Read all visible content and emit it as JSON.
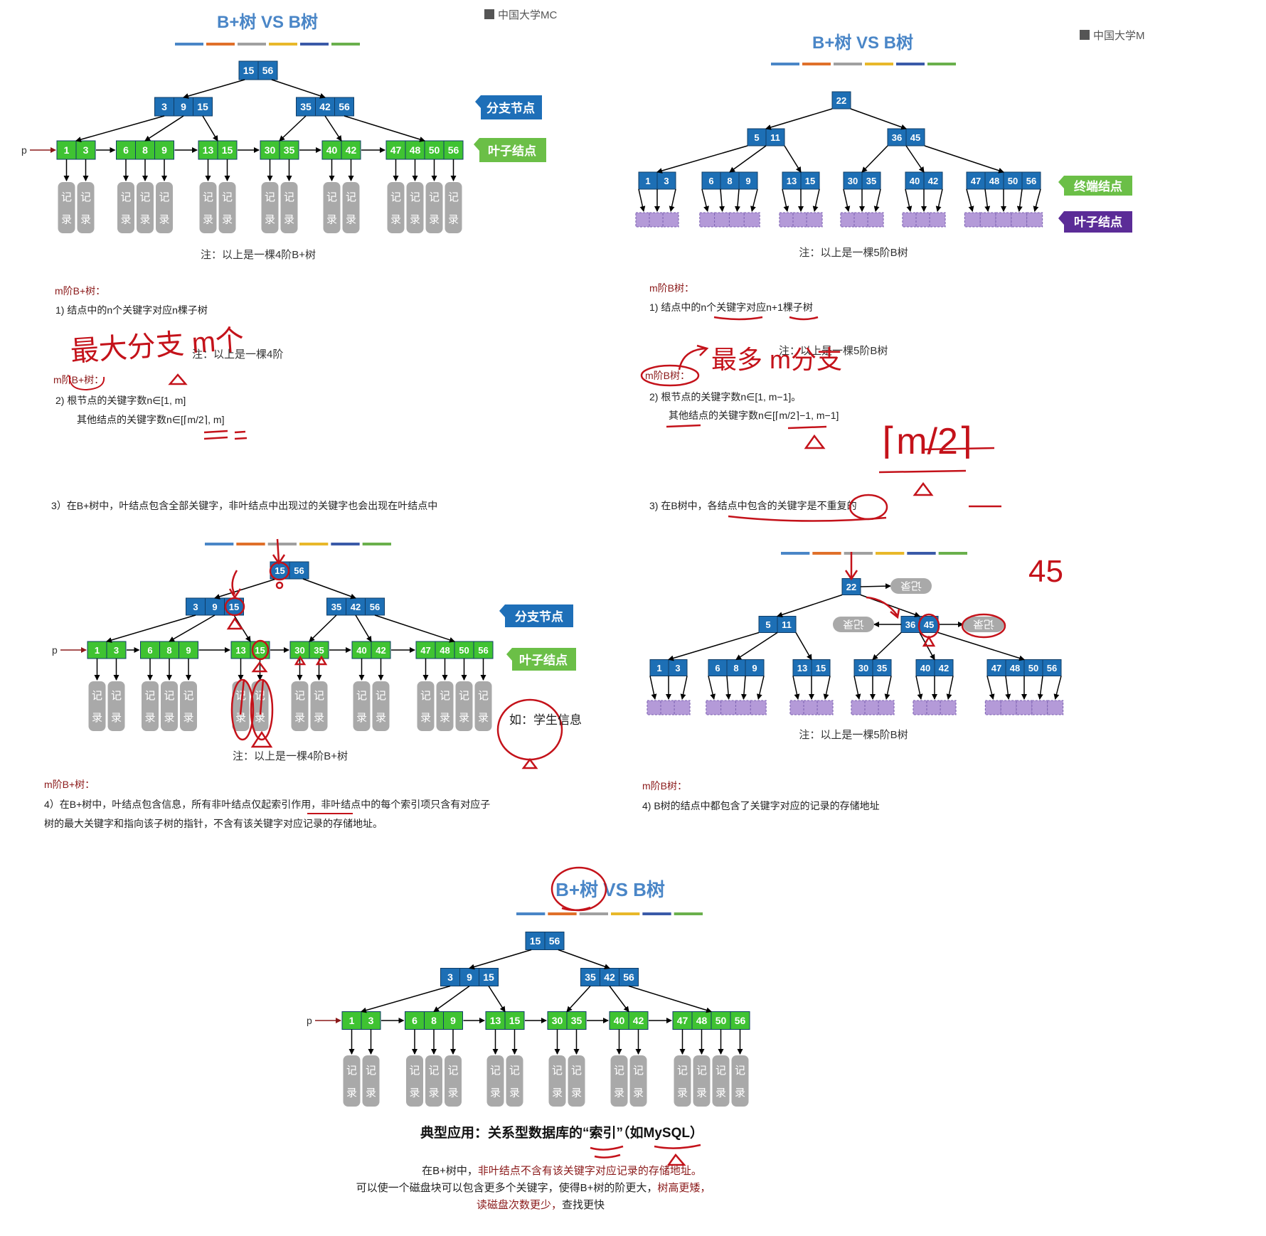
{
  "slide1": {
    "title": "B+树 VS B树",
    "watermark": "中国大学MC",
    "tag_branch": "分支节点",
    "tag_leaf": "叶子结点",
    "pointer_label": "p",
    "caption": "注：以上是一棵4阶B+树",
    "heading": "m阶B+树：",
    "rule1": "1)   结点中的n个关键字对应n棵子树",
    "hand1": "最大分支 m个",
    "ghost_caption": "注：以上是一棵4阶",
    "heading_repeat": "m阶B+树：",
    "rule2a": "2)   根节点的关键字数n∈[1, m]",
    "rule2b": "其他结点的关键字数n∈[⌈m/2⌉, m]",
    "rule3": "3）在B+树中，叶结点包含全部关键字，非叶结点中出现过的关键字也会出现在叶结点中"
  },
  "slide2": {
    "title": "B+树 VS B树",
    "watermark": "中国大学M",
    "tag_terminal": "终端结点",
    "tag_leaf": "叶子结点",
    "caption": "注：以上是一棵5阶B树",
    "heading": "m阶B树：",
    "rule1": "1)   结点中的n个关键字对应n+1棵子树",
    "ghost_caption": "注：以上是一棵5阶B树",
    "heading_circled": "m阶B树：",
    "hand1": "最多 m分支",
    "rule2a": "2)   根节点的关键字数n∈[1, m−1]。",
    "rule2b": "其他结点的关键字数n∈[⌈m/2⌉−1, m−1]",
    "hand2": "⌈m/2⌉",
    "rule3": "3)   在B树中，各结点中包含的关键字是不重复的"
  },
  "slide3": {
    "tag_branch": "分支节点",
    "tag_leaf": "叶子结点",
    "pointer_label": "p",
    "caption": "注：以上是一棵4阶B+树",
    "hand_note": "如：学生信息",
    "heading": "m阶B+树：",
    "rule4a": "4）在B+树中，叶结点包含信息，所有非叶结点仅起索引作用，非叶结点中的每个索引项只含有对应子",
    "rule4b": "树的最大关键字和指向该子树的指针，不含有该关键字对应记录的存储地址。"
  },
  "slide4": {
    "hand_number": "45",
    "caption": "注：以上是一棵5阶B树",
    "heading": "m阶B树：",
    "rule4": "4)   B树的结点中都包含了关键字对应的记录的存储地址"
  },
  "slide5": {
    "title": "B+树 VS B树",
    "pointer_label": "p",
    "app_line": "典型应用：关系型数据库的“索引”（如MySQL）",
    "sum1_prefix": "在B+树中，",
    "sum1_red": "非叶结点不含有该关键字对应记录的存储地址。",
    "sum2_black": "可以使一个磁盘块可以包含更多个关键字，使得B+树的阶更大，",
    "sum2_red": "树高更矮，",
    "sum3_red": "读磁盘次数更少，",
    "sum3_black": "查找更快"
  },
  "bplus_tree": {
    "root": [
      "15",
      "56"
    ],
    "internal": [
      [
        "3",
        "9",
        "15"
      ],
      [
        "35",
        "42",
        "56"
      ]
    ],
    "leaves": [
      [
        "1",
        "3"
      ],
      [
        "6",
        "8",
        "9"
      ],
      [
        "13",
        "15"
      ],
      [
        "30",
        "35"
      ],
      [
        "40",
        "42"
      ],
      [
        "47",
        "48",
        "50",
        "56"
      ]
    ],
    "record_top": "记",
    "record_bottom": "录"
  },
  "b_tree": {
    "root": [
      "22"
    ],
    "internal": [
      [
        "5",
        "11"
      ],
      [
        "36",
        "45"
      ]
    ],
    "leaves": [
      [
        "1",
        "3"
      ],
      [
        "6",
        "8",
        "9"
      ],
      [
        "13",
        "15"
      ],
      [
        "30",
        "35"
      ],
      [
        "40",
        "42"
      ],
      [
        "47",
        "48",
        "50",
        "56"
      ]
    ],
    "record_label": "记录"
  },
  "colors": {
    "title": "#4a86c7",
    "node_blue": "#1d6fb5",
    "node_green": "#3fc332",
    "record_gray": "#a9a9a9",
    "ext_purple": "#b49ad8",
    "tag_blue": "#1e6fb8",
    "tag_green": "#6bbf47",
    "tag_purple": "#5b2c97",
    "dark_red": "#8b1a1a",
    "ink_red": "#c4121a",
    "bar": [
      "#4a86c7",
      "#e0702a",
      "#a0a0a0",
      "#e8b82a",
      "#3a5aa8",
      "#6ab04c"
    ]
  }
}
